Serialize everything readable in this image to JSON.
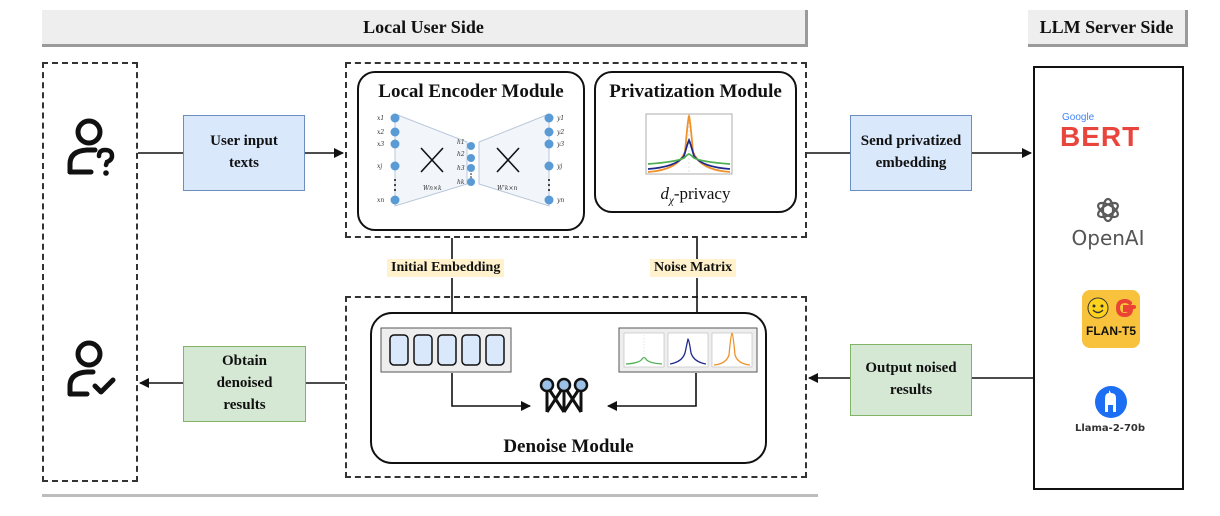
{
  "banners": {
    "local": "Local User Side",
    "server": "LLM Server Side"
  },
  "flow": {
    "user_input": "User input texts",
    "send_privatized": "Send privatized embedding",
    "output_noised": "Output noised results",
    "obtain_denoised": "Obtain denoised results"
  },
  "modules": {
    "encoder": {
      "title": "Local Encoder Module",
      "inputs": [
        "x1",
        "x2",
        "x3",
        "xj",
        "xn"
      ],
      "hidden": [
        "h1",
        "h2",
        "h3",
        "hk"
      ],
      "outputs": [
        "y1",
        "y2",
        "y3",
        "yj",
        "yn"
      ],
      "w_left": "Wn×k",
      "w_right": "W'k×n"
    },
    "privatization": {
      "title": "Privatization Module",
      "caption_main": "d",
      "caption_sub": "χ",
      "caption_rest": "-privacy"
    },
    "denoise": {
      "title": "Denoise Module"
    }
  },
  "edge_labels": {
    "initial_embedding": "Initial Embedding",
    "noise_matrix": "Noise Matrix"
  },
  "llms": [
    {
      "name": "BERT",
      "sub": "Google"
    },
    {
      "name": "OpenAI"
    },
    {
      "name": "FLAN-T5"
    },
    {
      "name": "Llama-2-70b"
    }
  ],
  "colors": {
    "blue_fill": "#dae8fc",
    "green_fill": "#d5e8d4",
    "tag_fill": "#fff2cc",
    "node_blue": "#5b9bd5",
    "curve_orange": "#f0922b",
    "curve_navy": "#1f2a8a",
    "curve_green": "#4caf50"
  }
}
